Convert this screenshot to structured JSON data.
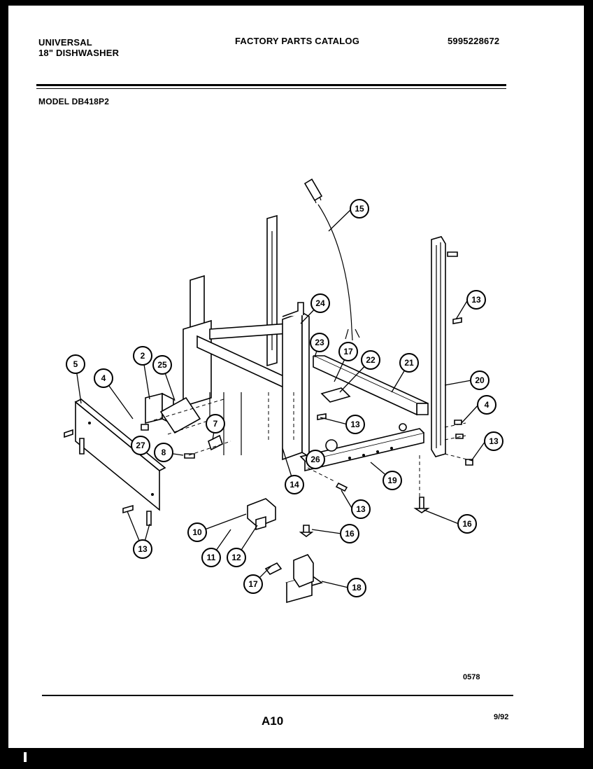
{
  "header": {
    "brand": "UNIVERSAL",
    "product": "18\" DISHWASHER",
    "catalog_title": "FACTORY PARTS CATALOG",
    "part_number": "5995228672",
    "model": "MODEL DB418P2"
  },
  "footer": {
    "drawing_code": "0578",
    "page": "A10",
    "date": "9/92"
  },
  "callouts": [
    "15",
    "24",
    "13",
    "23",
    "17",
    "22",
    "21",
    "20",
    "4",
    "13",
    "5",
    "2",
    "25",
    "4",
    "7",
    "27",
    "8",
    "26",
    "14",
    "19",
    "13",
    "16",
    "10",
    "11",
    "12",
    "13",
    "16",
    "17",
    "18"
  ]
}
